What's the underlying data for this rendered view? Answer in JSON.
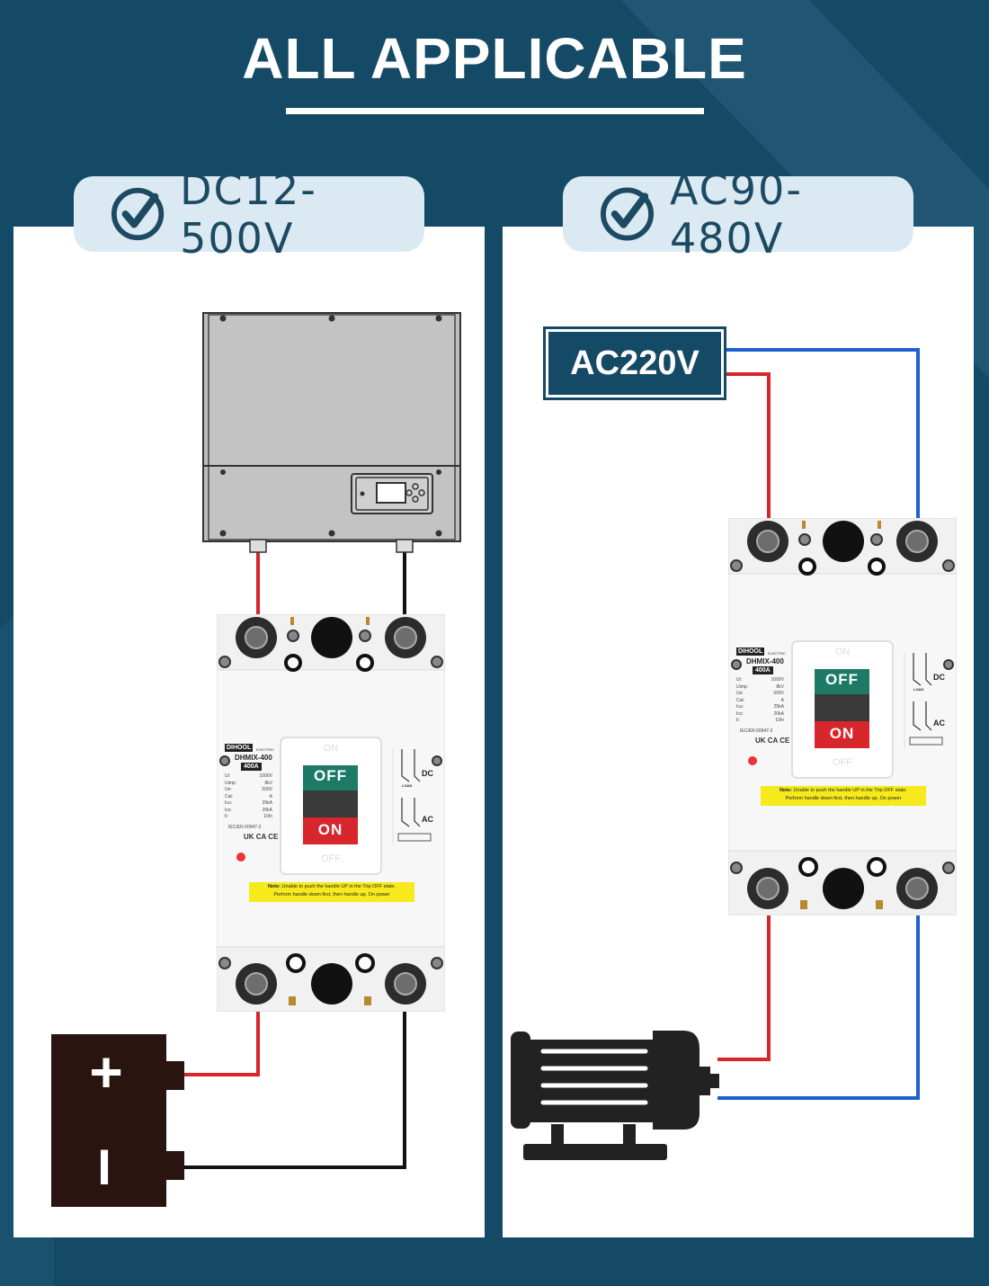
{
  "header": {
    "title": "ALL APPLICABLE"
  },
  "left": {
    "voltage_label": "DC12-500V",
    "check_icon": "check-circle-icon",
    "source_icon": "inverter-icon",
    "load_icon": "battery-icon",
    "battery": {
      "plus": "+",
      "minus": "I"
    }
  },
  "right": {
    "voltage_label": "AC90-480V",
    "check_icon": "check-circle-icon",
    "source_label": "AC220V",
    "load_icon": "motor-icon"
  },
  "breaker": {
    "brand": "DIHOOL",
    "brand_sub": "ELECTRIC",
    "model": "DHMIX-400",
    "rating": "400A",
    "specs": [
      [
        "Ui:",
        "1000V"
      ],
      [
        "Uimp:",
        "8kV"
      ],
      [
        "Ue:",
        "500V"
      ],
      [
        "Cat:",
        "A"
      ],
      [
        "Icu:",
        "25kA"
      ],
      [
        "Ics:",
        "20kA"
      ],
      [
        "Ii:",
        "10In"
      ]
    ],
    "standard": "IEC/EN 60947-2",
    "marks": "UK CA  CE",
    "on_top": "ON",
    "off_bottom": "OFF",
    "off_label": "OFF",
    "on_label": "ON",
    "dc_label": "DC",
    "ac_label": "AC",
    "load_label": "LOAD",
    "note_label": "Note:",
    "note_line1": "Unable to push the handle UP in the Trip OFF state.",
    "note_line2": "Perform handle down first, then handle up. On power"
  },
  "colors": {
    "background": "#154a66",
    "pill": "#dbeaf2",
    "pill_text": "#1d4a63",
    "wire_positive": "#d9242b",
    "wire_negative": "#111111",
    "wire_neutral": "#1f5fd1",
    "off_button": "#1d7a66",
    "on_button": "#d7262c",
    "note_bg": "#f6ea1c"
  }
}
